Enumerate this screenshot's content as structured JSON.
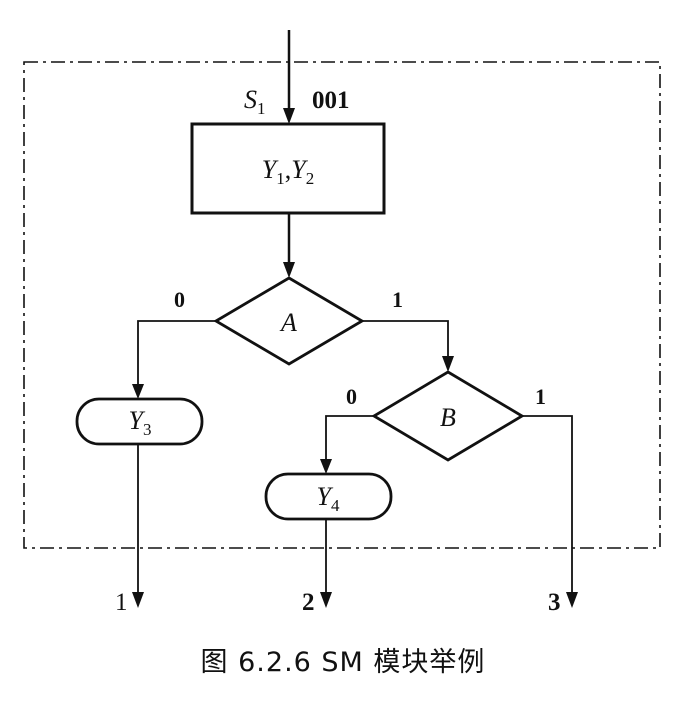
{
  "state": {
    "name": "S",
    "sub": "1",
    "code": "001"
  },
  "state_box": {
    "y1": "Y",
    "y1_sub": "1",
    "sep": ",",
    "y2": "Y",
    "y2_sub": "2"
  },
  "decision_a": {
    "label": "A",
    "branch_left": "0",
    "branch_right": "1"
  },
  "decision_b": {
    "label": "B",
    "branch_left": "0",
    "branch_right": "1"
  },
  "output_y3": {
    "label": "Y",
    "sub": "3"
  },
  "output_y4": {
    "label": "Y",
    "sub": "4"
  },
  "exits": [
    "1",
    "2",
    "3"
  ],
  "caption": "图 6.2.6   SM 模块举例"
}
